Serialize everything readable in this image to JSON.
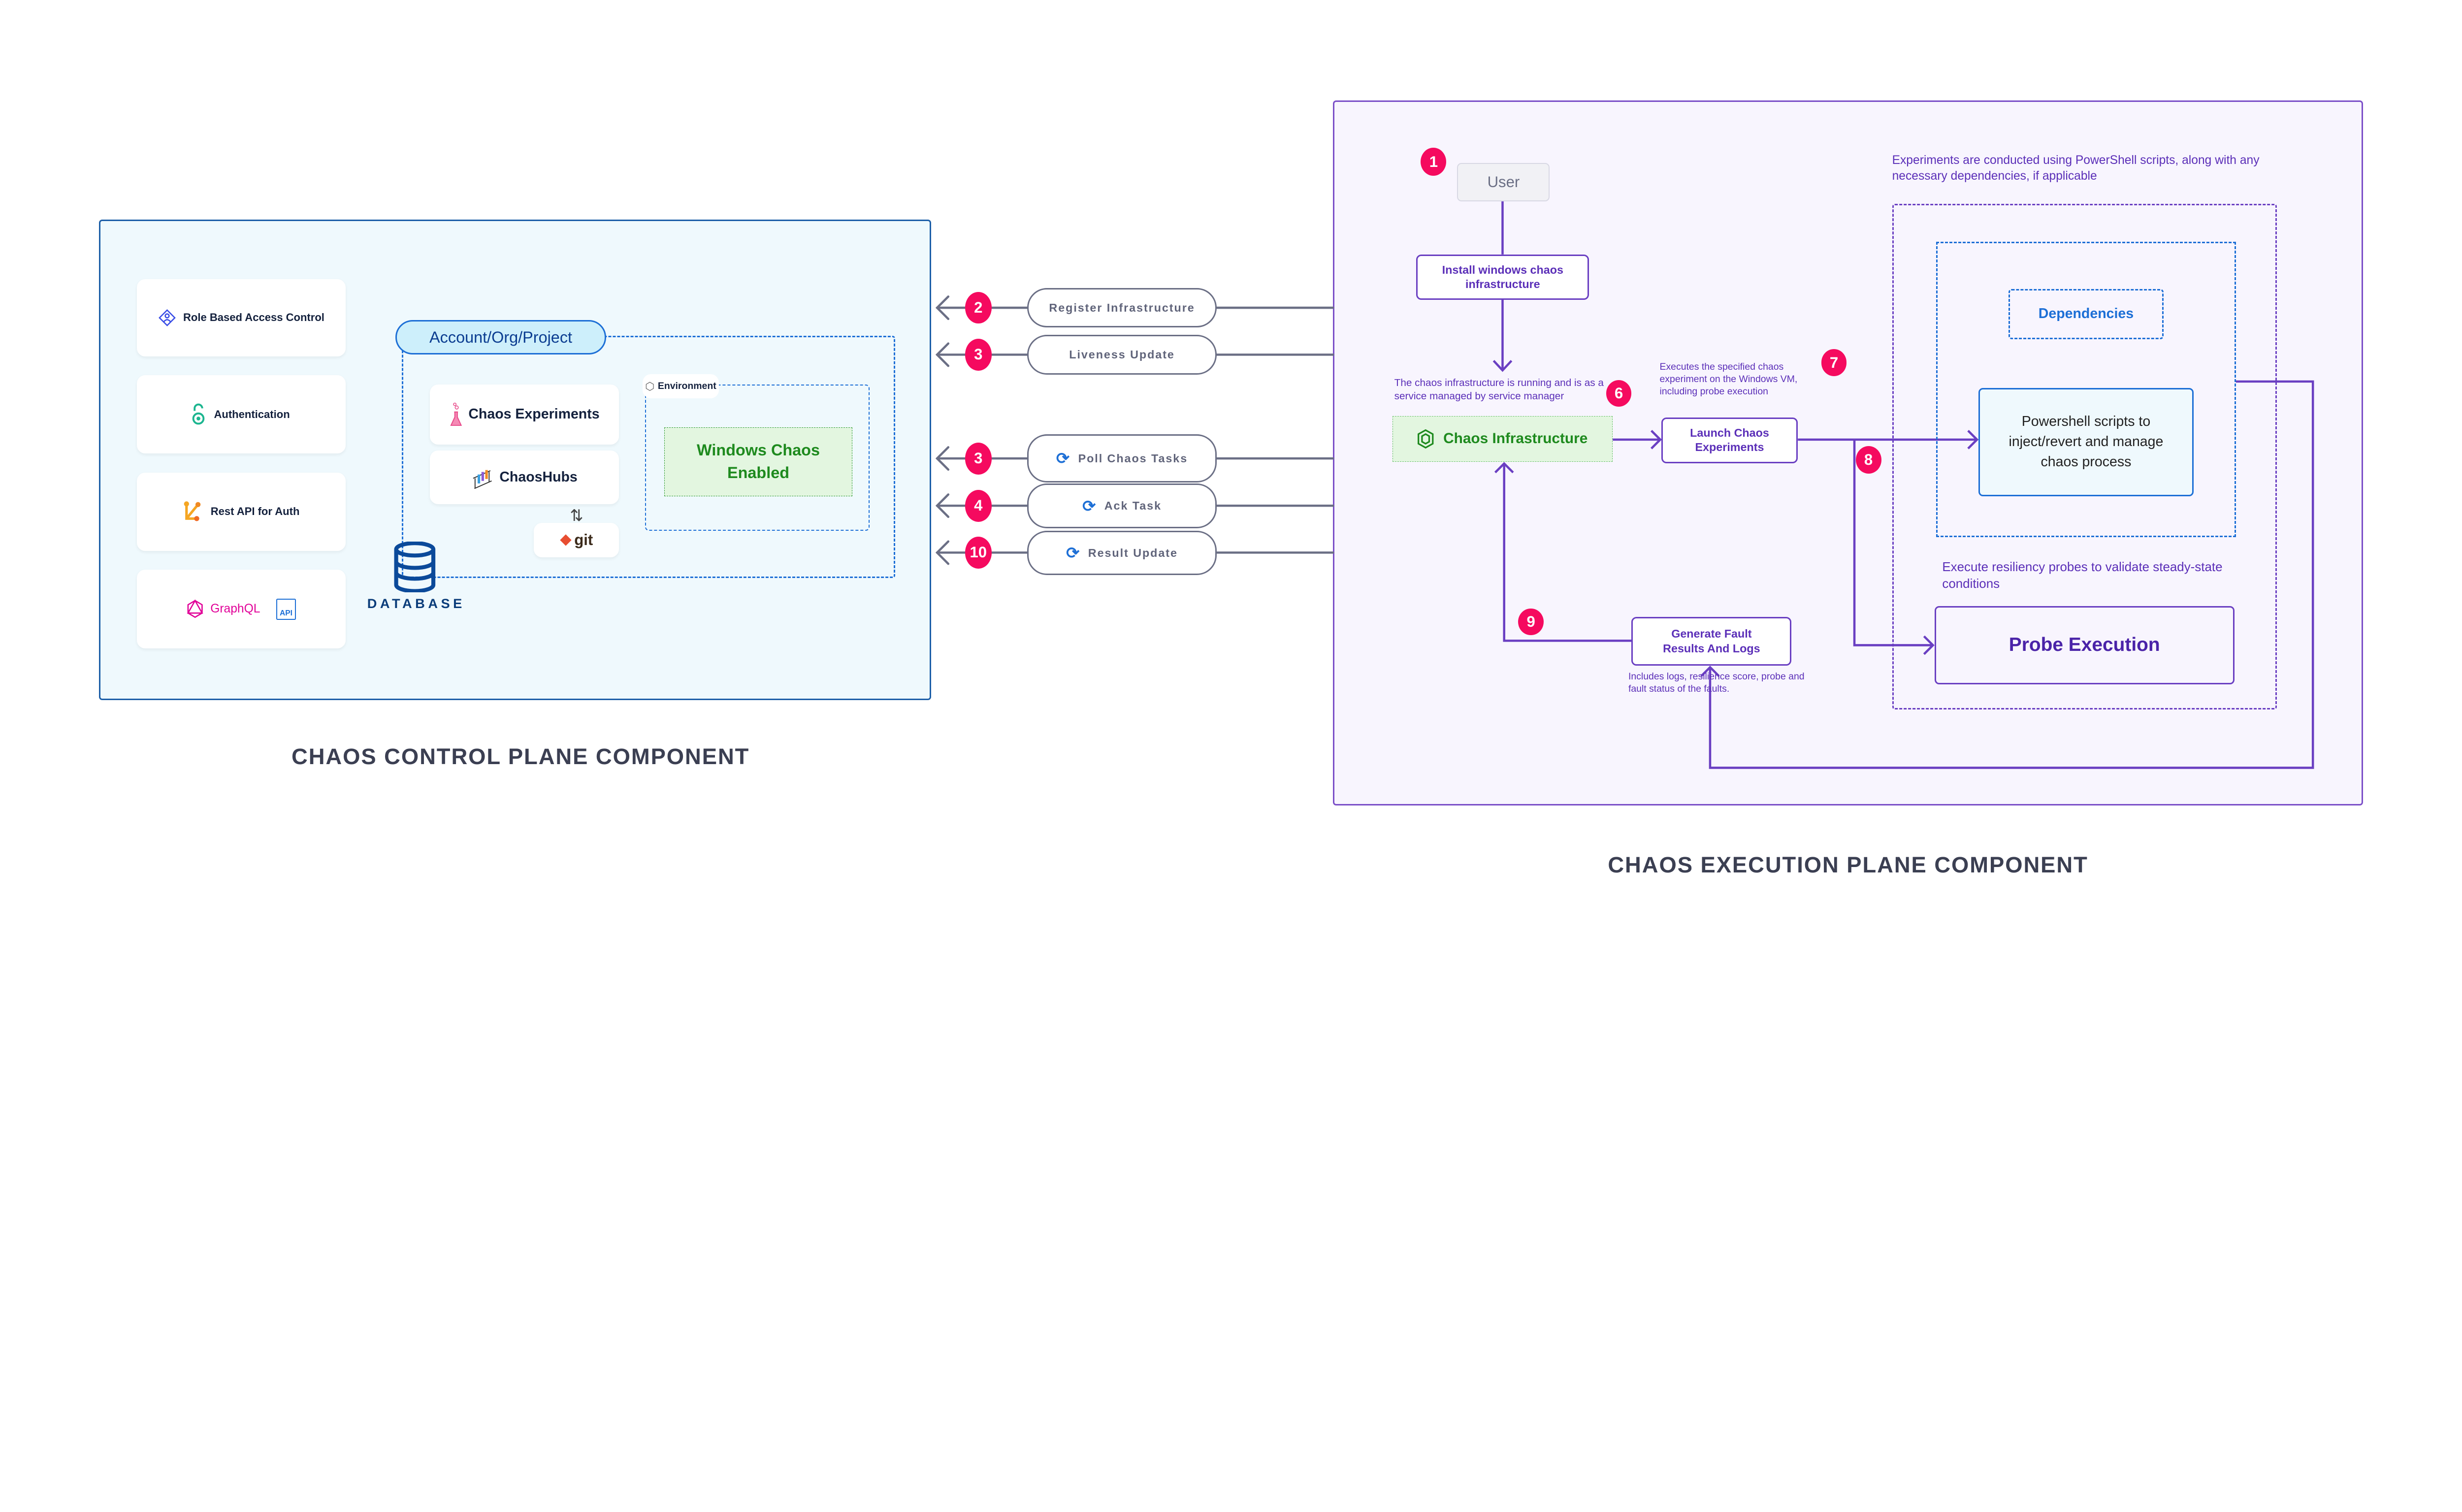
{
  "control_plane": {
    "title": "CHAOS CONTROL PLANE COMPONENT",
    "features": [
      {
        "label": "Role Based Access Control",
        "icon": "rbac-icon"
      },
      {
        "label": "Authentication",
        "icon": "open-access-icon"
      },
      {
        "label": "Rest API for Auth",
        "icon": "rest-api-icon"
      },
      {
        "label": "GraphQL",
        "icon": "graphql-icon",
        "extra": "API"
      }
    ],
    "scope_label": "Account/Org/Project",
    "chaos_experiments": "Chaos Experiments",
    "chaoshubs": "ChaosHubs",
    "git": "git",
    "environment_label": "Environment",
    "windows_chaos": "Windows Chaos Enabled",
    "database_label": "DATABASE"
  },
  "interactions": [
    {
      "step": "2",
      "label": "Register Infrastructure",
      "sync_icon": false
    },
    {
      "step": "3",
      "label": "Liveness Update",
      "sync_icon": false
    },
    {
      "step": "3",
      "label": "Poll Chaos Tasks",
      "sync_icon": true
    },
    {
      "step": "4",
      "label": "Ack Task",
      "sync_icon": true
    },
    {
      "step": "10",
      "label": "Result Update",
      "sync_icon": true
    }
  ],
  "execution_plane": {
    "title": "CHAOS EXECUTION PLANE COMPONENT",
    "user": {
      "step": "1",
      "label": "User"
    },
    "install": "Install windows chaos infrastructure",
    "infra_note": {
      "step": "6",
      "text": "The chaos infrastructure is running and is as a service managed by service manager"
    },
    "chaos_infrastructure": "Chaos Infrastructure",
    "launch": "Launch Chaos Experiments",
    "launch_note": {
      "step": "7",
      "text": "Executes the specified chaos experiment on the Windows VM, including probe execution"
    },
    "step8": "8",
    "powershell_note": "Experiments are conducted using PowerShell scripts, along with any necessary dependencies, if applicable",
    "dependencies": "Dependencies",
    "powershell": "Powershell scripts to inject/revert and manage chaos process",
    "probe_note": "Execute resiliency probes to validate steady-state conditions",
    "probe": "Probe Execution",
    "generate": {
      "step": "9",
      "label": "Generate Fault Results And Logs"
    },
    "generate_note": "Includes logs, resilience score, probe and fault status of the faults."
  },
  "colors": {
    "badge": "#f50a5f",
    "purple": "#6a3fc2",
    "blue": "#1d5fa8",
    "green": "#1e8a1e",
    "gray": "#6b6f85"
  }
}
